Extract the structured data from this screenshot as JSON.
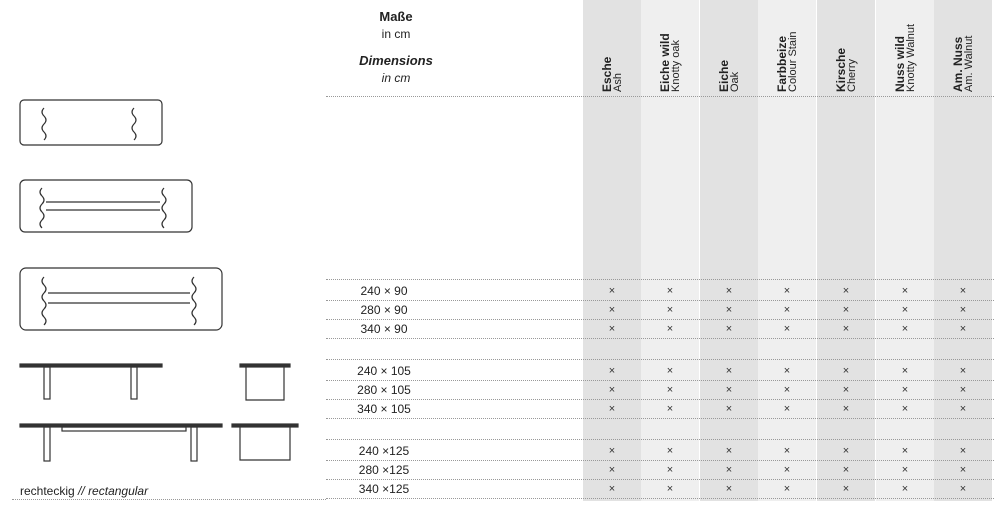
{
  "header": {
    "dims_de": "Maße",
    "unit_de": "in cm",
    "dims_en": "Dimensions",
    "unit_en": "in cm"
  },
  "columns": [
    {
      "de": "Esche",
      "en": "Ash"
    },
    {
      "de": "Eiche wild",
      "en": "Knotty oak"
    },
    {
      "de": "Eiche",
      "en": "Oak"
    },
    {
      "de": "Farbbeize",
      "en": "Colour Stain"
    },
    {
      "de": "Kirsche",
      "en": "Cherry"
    },
    {
      "de": "Nuss wild",
      "en": "Knotty Walnut"
    },
    {
      "de": "Am. Nuss",
      "en": "Am. Walnut"
    }
  ],
  "groups": [
    {
      "rows": [
        {
          "size": "240 × 90",
          "marks": [
            "×",
            "×",
            "×",
            "×",
            "×",
            "×",
            "×"
          ]
        },
        {
          "size": "280 × 90",
          "marks": [
            "×",
            "×",
            "×",
            "×",
            "×",
            "×",
            "×"
          ]
        },
        {
          "size": "340 × 90",
          "marks": [
            "×",
            "×",
            "×",
            "×",
            "×",
            "×",
            "×"
          ]
        }
      ]
    },
    {
      "rows": [
        {
          "size": "240 × 105",
          "marks": [
            "×",
            "×",
            "×",
            "×",
            "×",
            "×",
            "×"
          ]
        },
        {
          "size": "280 × 105",
          "marks": [
            "×",
            "×",
            "×",
            "×",
            "×",
            "×",
            "×"
          ]
        },
        {
          "size": "340 × 105",
          "marks": [
            "×",
            "×",
            "×",
            "×",
            "×",
            "×",
            "×"
          ]
        }
      ]
    },
    {
      "rows": [
        {
          "size": "240 ×125",
          "marks": [
            "×",
            "×",
            "×",
            "×",
            "×",
            "×",
            "×"
          ]
        },
        {
          "size": "280 ×125",
          "marks": [
            "×",
            "×",
            "×",
            "×",
            "×",
            "×",
            "×"
          ]
        },
        {
          "size": "340 ×125",
          "marks": [
            "×",
            "×",
            "×",
            "×",
            "×",
            "×",
            "×"
          ]
        }
      ]
    }
  ],
  "caption": {
    "de": "rechteckig",
    "sep": "//",
    "en": "rectangular"
  }
}
